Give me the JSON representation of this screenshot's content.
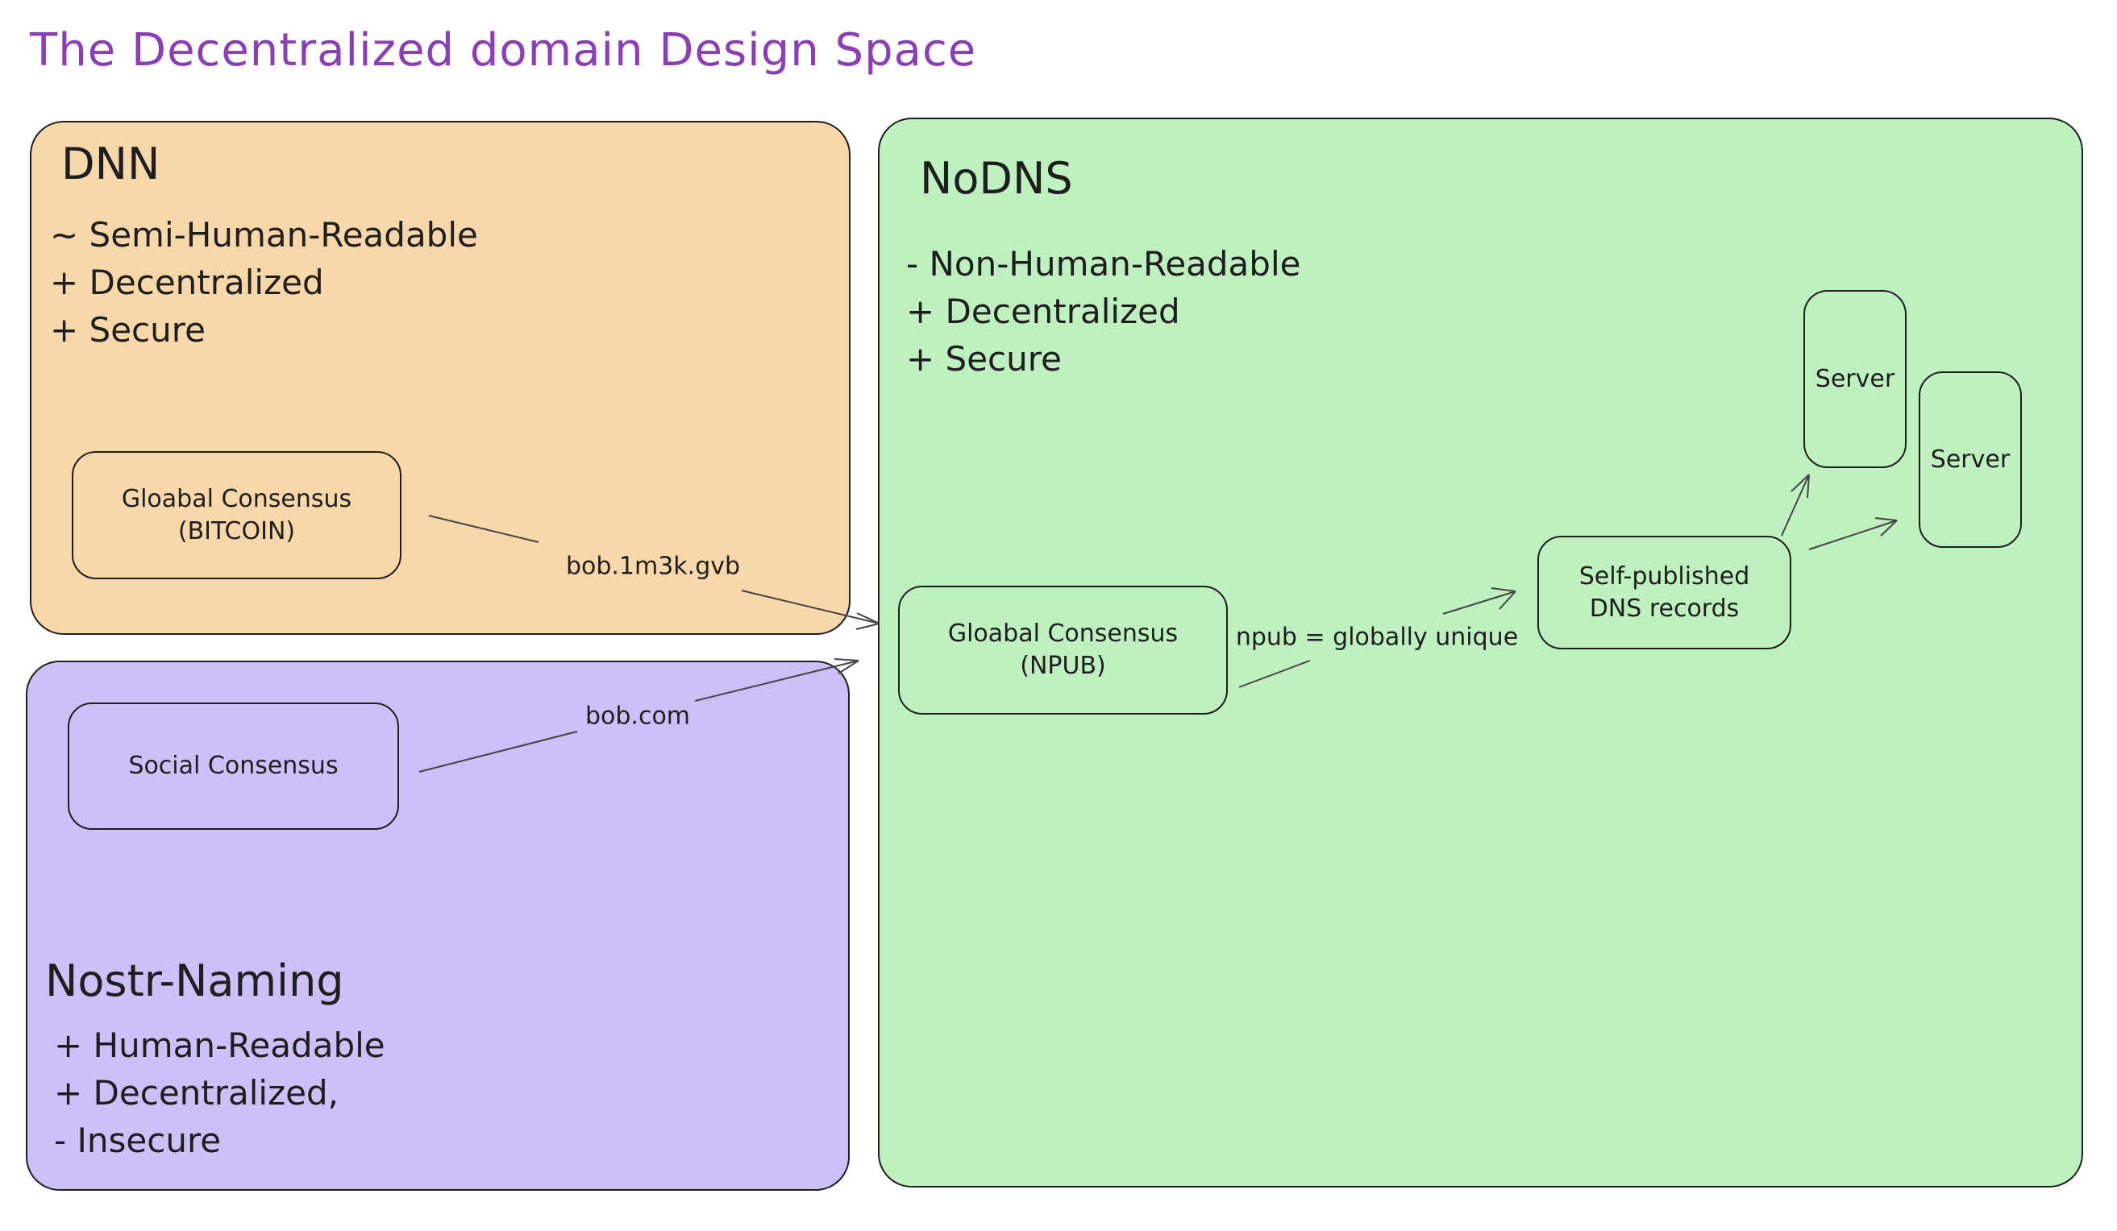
{
  "title": "The Decentralized domain Design Space",
  "zones": {
    "dnn": {
      "title": "DNN",
      "bullets": [
        "~ Semi-Human-Readable",
        "+ Decentralized",
        "+ Secure"
      ],
      "color": "#f8d8ab"
    },
    "nodns": {
      "title": "NoDNS",
      "bullets": [
        "- Non-Human-Readable",
        "+ Decentralized",
        "+ Secure"
      ],
      "color": "#bff0c0"
    },
    "nostr": {
      "title": "Nostr-Naming",
      "bullets": [
        "+ Human-Readable",
        "+ Decentralized,",
        "- Insecure"
      ],
      "color": "#cdc0f8"
    }
  },
  "nodes": {
    "bitcoin": [
      "Gloabal Consensus",
      "(BITCOIN)"
    ],
    "social": "Social Consensus",
    "npub": [
      "Gloabal Consensus",
      "(NPUB)"
    ],
    "selfpub": [
      "Self-published",
      "DNS records"
    ],
    "server1": "Server",
    "server2": "Server"
  },
  "edges": {
    "bitcoin_label": "bob.1m3k.gvb",
    "social_label": "bob.com",
    "npub_label": "npub = globally unique"
  }
}
